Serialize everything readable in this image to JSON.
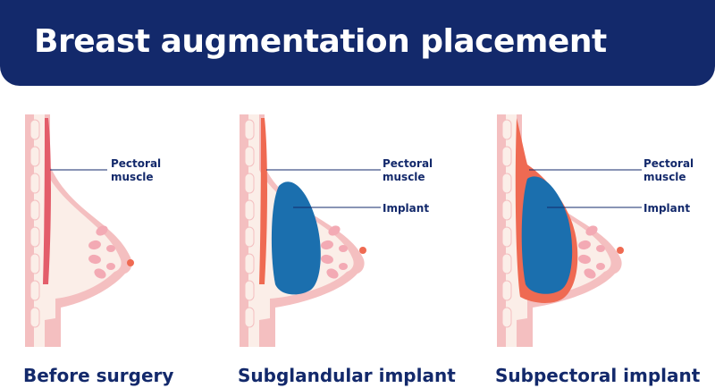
{
  "header": {
    "title": "Breast augmentation placement"
  },
  "panels": [
    {
      "caption": "Before surgery",
      "labels": {
        "muscle": "Pectoral\nmuscle"
      }
    },
    {
      "caption": "Subglandular implant",
      "labels": {
        "muscle": "Pectoral\nmuscle",
        "implant": "Implant"
      }
    },
    {
      "caption": "Subpectoral implant",
      "labels": {
        "muscle": "Pectoral\nmuscle",
        "implant": "Implant"
      }
    }
  ],
  "colors": {
    "banner": "#13296b",
    "text": "#13296b",
    "skin": "#f4bfc0",
    "tissue": "#fbeee8",
    "muscle": "#ef6a52",
    "muscle_light": "#e35d6a",
    "implant": "#1b6fae",
    "glands": "#f3aab4",
    "nipple": "#ef6a52"
  }
}
